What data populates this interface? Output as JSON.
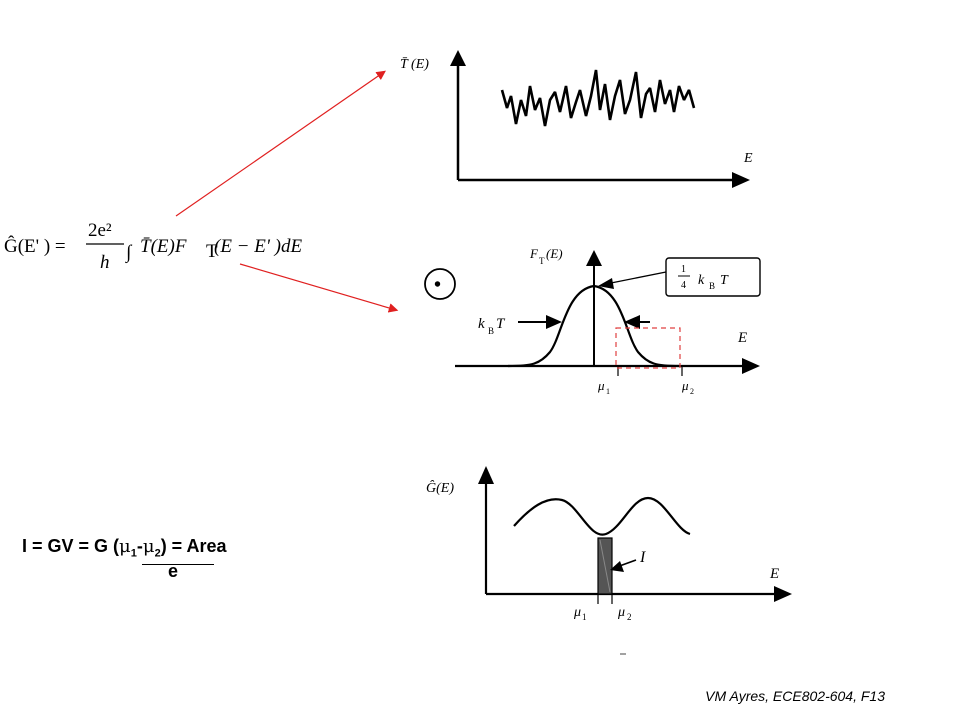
{
  "formula": {
    "lhs": "Ĝ(E' ) =",
    "numerator": "2e²",
    "denominator": "h",
    "integral": "∫",
    "integrand": "T̄(E)F",
    "integrand_sub": "T",
    "integrand_tail": "(E − E' )dE"
  },
  "top_plot": {
    "ylabel": "T̄ (E)",
    "xlabel": "E"
  },
  "middle_plot": {
    "ylabel": "F",
    "ylabel_sub": "T",
    "ylabel_tail": "(E)",
    "width_label": "k",
    "width_label_sub": "B",
    "width_label_tail": "T",
    "callout_num": "1",
    "callout_den": "4",
    "callout_text": "k",
    "callout_sub": "B",
    "callout_tail": "T",
    "xlabel": "E",
    "mu1": "μ",
    "mu1_sub": "1",
    "mu2": "μ",
    "mu2_sub": "2",
    "bullet": "•"
  },
  "bottom_plot": {
    "ylabel": "Ĝ(E)",
    "xlabel": "E",
    "current_label": "I",
    "mu1": "μ",
    "mu1_sub": "1",
    "mu2": "μ",
    "mu2_sub": "2"
  },
  "current_equation": {
    "prefix": "I = GV = G (",
    "mu": "μ",
    "sub1": "1",
    "minus": "-",
    "sub2": "2",
    "suffix": ") = Area",
    "denominator": "e"
  },
  "footer": "VM Ayres, ECE802-604, F13",
  "colors": {
    "arrow_red": "#e02020",
    "dashed_box": "#e04040",
    "shade": "#555555"
  }
}
